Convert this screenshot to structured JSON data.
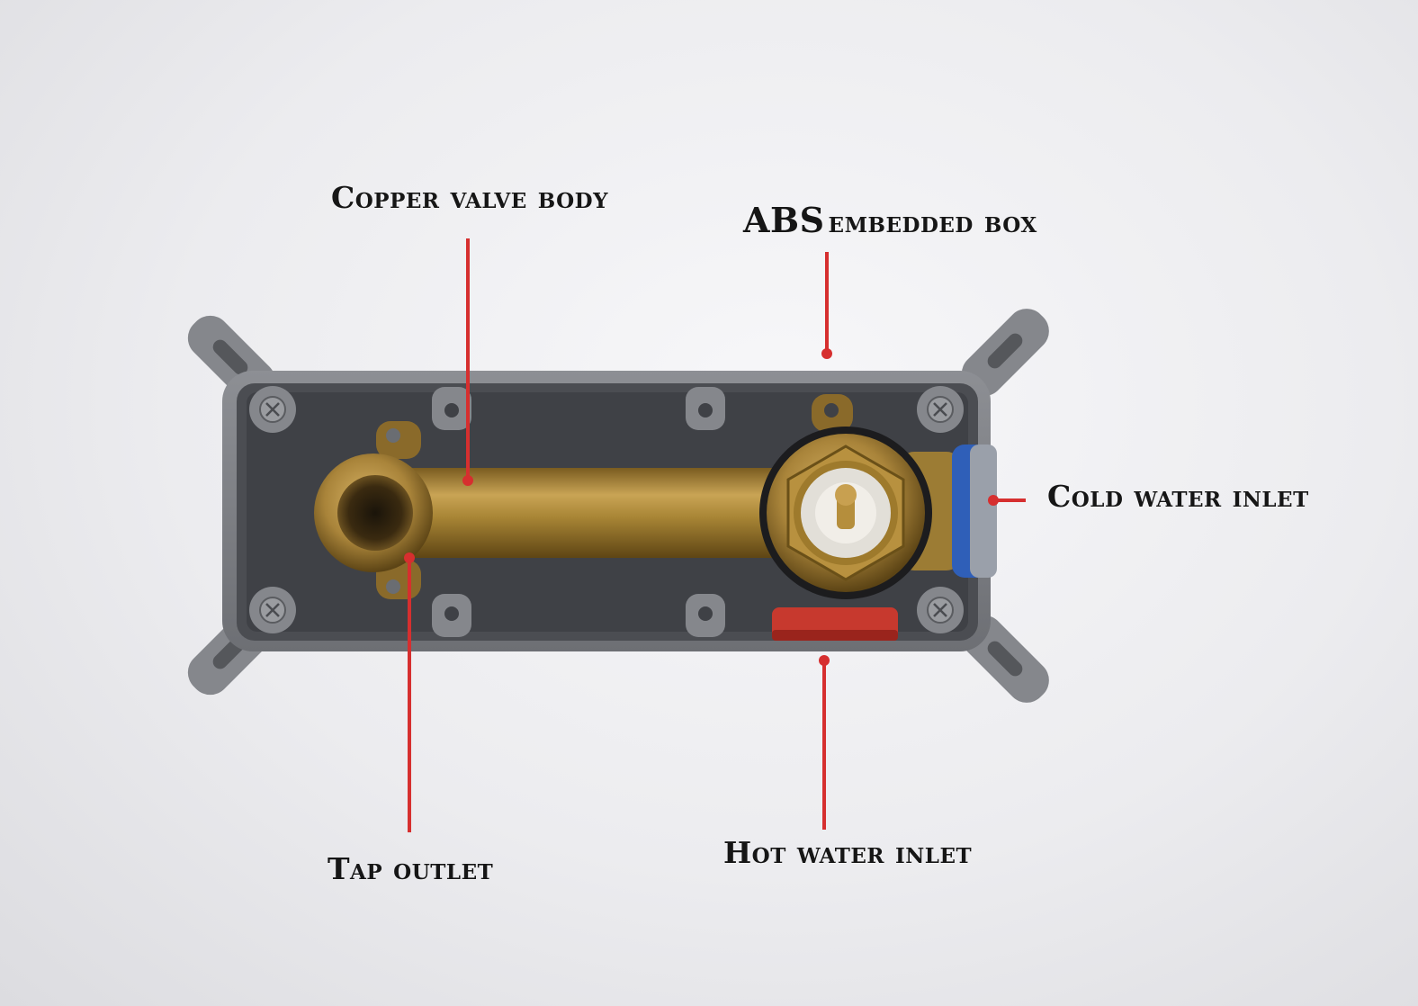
{
  "labels": {
    "copper_valve_body": "Copper valve body",
    "abs_prefix": "ABS",
    "embedded_box": "embedded box",
    "cold_water_inlet": "Cold water inlet",
    "tap_outlet": "Tap outlet",
    "hot_water_inlet": "Hot water inlet"
  },
  "colors": {
    "leader_line": "#d62f2f",
    "brass": "#b08a3a",
    "abs_box": "#7b7d82",
    "cold_seal": "#2f5fb8",
    "hot_seal": "#c7392e"
  }
}
